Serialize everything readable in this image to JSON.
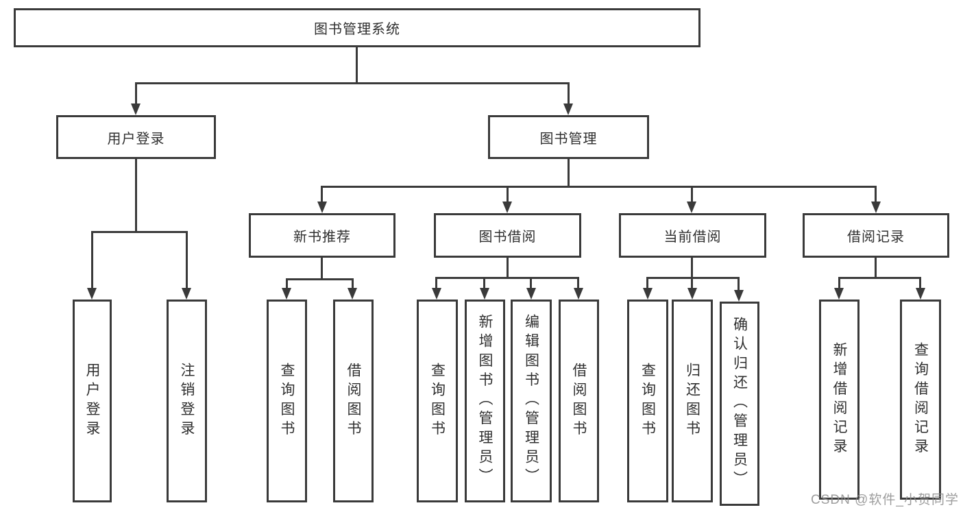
{
  "nodes": {
    "root": "图书管理系统",
    "level2": [
      "用户登录",
      "图书管理"
    ],
    "level3": [
      "新书推荐",
      "图书借阅",
      "当前借阅",
      "借阅记录"
    ],
    "level4": {
      "user_login": [
        "用户登录",
        "注销登录"
      ],
      "new_book_recommend": [
        "查询图书",
        "借阅图书"
      ],
      "book_borrow": [
        "查询图书",
        "新增图书（管理员）",
        "编辑图书（管理员）",
        "借阅图书"
      ],
      "current_borrow": [
        "查询图书",
        "归还图书",
        "确认归还（管理员）"
      ],
      "borrow_records": [
        "新增借阅记录",
        "查询借阅记录"
      ]
    }
  },
  "watermark": "CSDN @软件_小贺同学",
  "colors": {
    "line": "#3a3a3a",
    "box_border": "#3a3a3a",
    "text": "#2f2f2f",
    "background": "#ffffff",
    "watermark": "#8c8c8c"
  }
}
